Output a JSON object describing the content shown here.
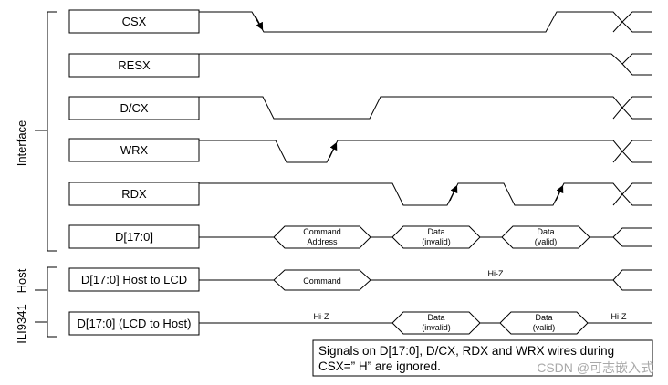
{
  "groups": {
    "interface": "Interface",
    "host_line1": "Host",
    "host_line2": "ILI9341"
  },
  "signals": {
    "csx": "CSX",
    "resx": "RESX",
    "dcx": "D/CX",
    "wrx": "WRX",
    "rdx": "RDX",
    "data": "D[17:0]",
    "host_to_lcd": "D[17:0] Host to LCD",
    "lcd_to_host": "D[17:0] (LCD to Host)"
  },
  "bus_labels": {
    "command_address_1": "Command",
    "command_address_2": "Address",
    "data_invalid_1": "Data",
    "data_invalid_2": "(invalid)",
    "data_valid_1": "Data",
    "data_valid_2": "(valid)",
    "command": "Command",
    "hiz_host": "Hi-Z",
    "hiz_lcd_left": "Hi-Z",
    "hiz_lcd_right": "Hi-Z",
    "lcd_invalid_1": "Data",
    "lcd_invalid_2": "(invalid)",
    "lcd_valid_1": "Data",
    "lcd_valid_2": "(valid)"
  },
  "note": {
    "line1": "Signals on D[17:0], D/CX, RDX and WRX wires during",
    "line2": "CSX=” H”  are ignored."
  },
  "watermark": "CSDN @可志嵌入式"
}
